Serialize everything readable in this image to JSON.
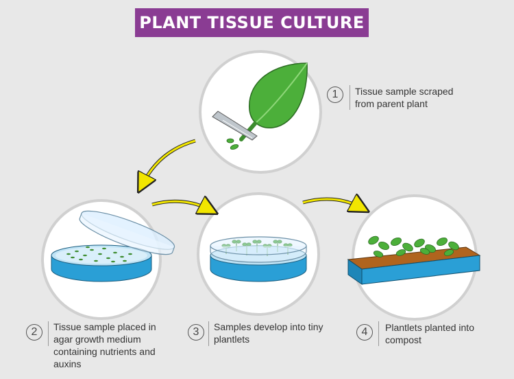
{
  "title": "PLANT TISSUE CULTURE",
  "steps": [
    {
      "number": "1",
      "text": "Tissue sample scraped from parent plant"
    },
    {
      "number": "2",
      "text": "Tissue sample placed in agar growth medium containing nutrients and auxins"
    },
    {
      "number": "3",
      "text": "Samples develop into tiny plantlets"
    },
    {
      "number": "4",
      "text": "Plantlets planted into compost"
    }
  ],
  "colors": {
    "title_bg": "#8a3c93",
    "background": "#e8e8e8",
    "arrow": "#f2e600",
    "dish_blue": "#2a9fd6",
    "leaf_green": "#4caf3a"
  }
}
